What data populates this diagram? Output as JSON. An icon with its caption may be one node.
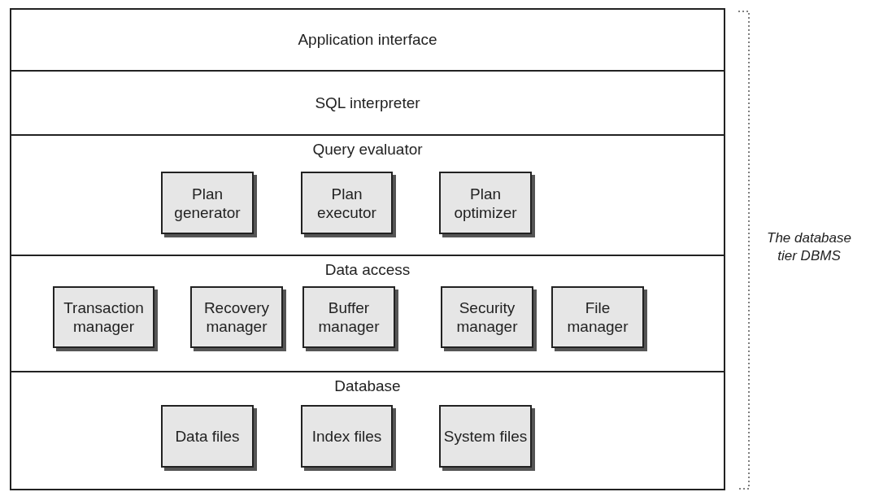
{
  "diagram": {
    "nodes": [
      {
        "text": [
          "Application interface"
        ]
      },
      {
        "text": [
          "SQL interpreter"
        ]
      },
      {
        "text": [
          "Query evaluator"
        ]
      },
      {
        "text": [
          "Plan generator"
        ],
        "in": 2
      },
      {
        "text": [
          "Plan executor"
        ],
        "in": 2
      },
      {
        "text": [
          "Plan optimizer"
        ],
        "in": 2
      },
      {
        "text": [
          "Data access"
        ]
      },
      {
        "text": [
          "Transaction manager"
        ],
        "in": 6
      },
      {
        "text": [
          "Recovery manager"
        ],
        "in": 6
      },
      {
        "text": [
          "Buffer manager"
        ],
        "in": 6
      },
      {
        "text": [
          "Security manager"
        ],
        "in": 6
      },
      {
        "text": [
          "File manager"
        ],
        "in": 6
      },
      {
        "text": [
          "Database"
        ]
      },
      {
        "text": [
          "Data files"
        ],
        "in": 12
      },
      {
        "text": [
          "Index files"
        ],
        "in": 12
      },
      {
        "text": [
          "System files"
        ],
        "in": 12
      }
    ],
    "labels": [
      "The database tier DBMS"
    ]
  }
}
